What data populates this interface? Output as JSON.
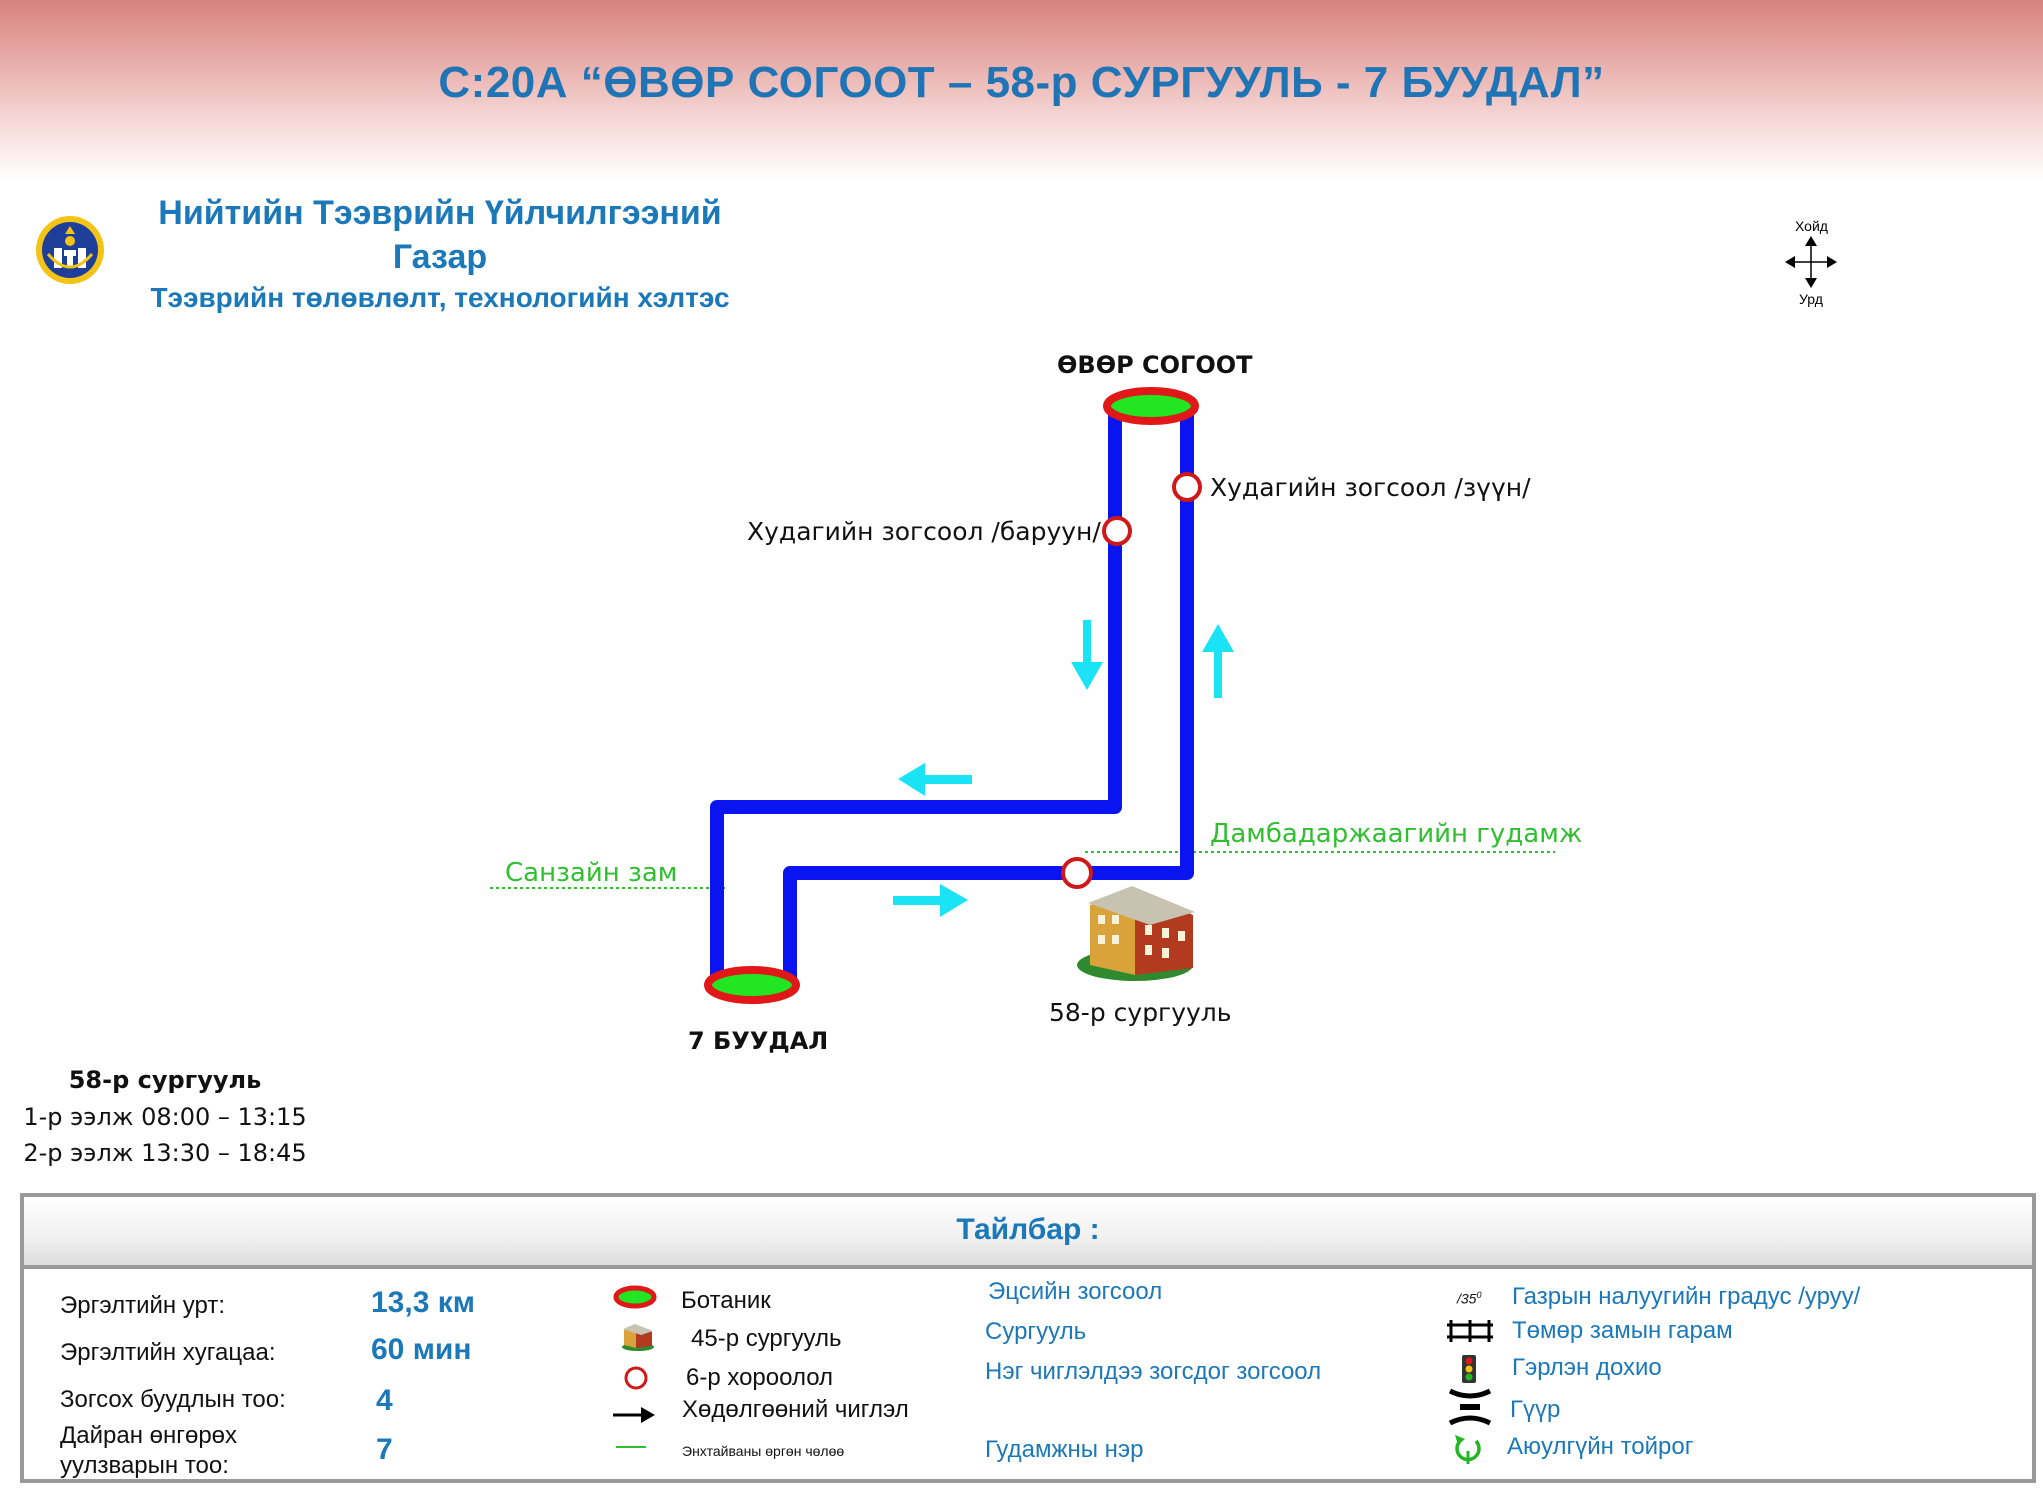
{
  "header": {
    "route_title": "С:20А “ӨВӨР СОГООТ – 58-р СУРГУУЛЬ - 7 БУУДАЛ”",
    "org_line1": "Нийтийн Тээврийн Үйлчилгээний",
    "org_line2": "Газар",
    "org_line3": "Тээврийн төлөвлөлт, технологийн хэлтэс",
    "logo_icon": "transport-authority-emblem"
  },
  "compass": {
    "north": "Хойд",
    "south": "Урд"
  },
  "map": {
    "terminal_north": "ӨВӨР СОГООТ",
    "terminal_south": "7 БУУДАЛ",
    "stop_east": "Худагийн зогсоол /зүүн/",
    "stop_west": "Худагийн зогсоол /баруун/",
    "school_label": "58-р сургууль",
    "street_1": "Дамбадаржаагийн гудамж",
    "street_2": "Санзайн зам",
    "colors": {
      "route": "#0a14f0",
      "arrow": "#19e3f5",
      "terminal_fill": "#22e622",
      "terminal_ring": "#e01818",
      "stop_ring": "#d01818",
      "street": "#2fbf2f"
    }
  },
  "schedule": {
    "title": "58-р сургууль",
    "shift1": "1-р ээлж 08:00 – 13:15",
    "shift2": "2-р ээлж 13:30 – 18:45"
  },
  "legend": {
    "title": "Тайлбар :",
    "stats": [
      {
        "label": "Эргэлтийн урт:",
        "value": "13,3 км"
      },
      {
        "label": "Эргэлтийн хугацаа:",
        "value": "60 мин"
      },
      {
        "label": "Зогсох буудлын тоо:",
        "value": "4"
      },
      {
        "label_line1": "Дайран өнгөрөх",
        "label_line2": "уулзварын тоо:",
        "value": "7"
      }
    ],
    "symbols": {
      "terminal": "Ботаник",
      "school": "45-р сургууль",
      "stop": "6-р хороолол",
      "direction": "Хөдөлгөөний чиглэл",
      "street": "Энхтайваны өргөн чөлөө"
    },
    "meanings": {
      "terminal": "Эцсийн зогсоол",
      "school": "Сургууль",
      "stop": "Нэг чиглэлдээ зогсдог зогсоол",
      "street": "Гудамжны нэр"
    },
    "other": {
      "slope_sample": "/35",
      "slope_sup": "0",
      "slope": "Газрын налуугийн градус /уруу/",
      "railway": "Төмөр замын гарам",
      "traffic_light": "Гэрлэн дохио",
      "bridge": "Гүүр",
      "roundabout": "Аюулгүйн тойрог"
    }
  }
}
